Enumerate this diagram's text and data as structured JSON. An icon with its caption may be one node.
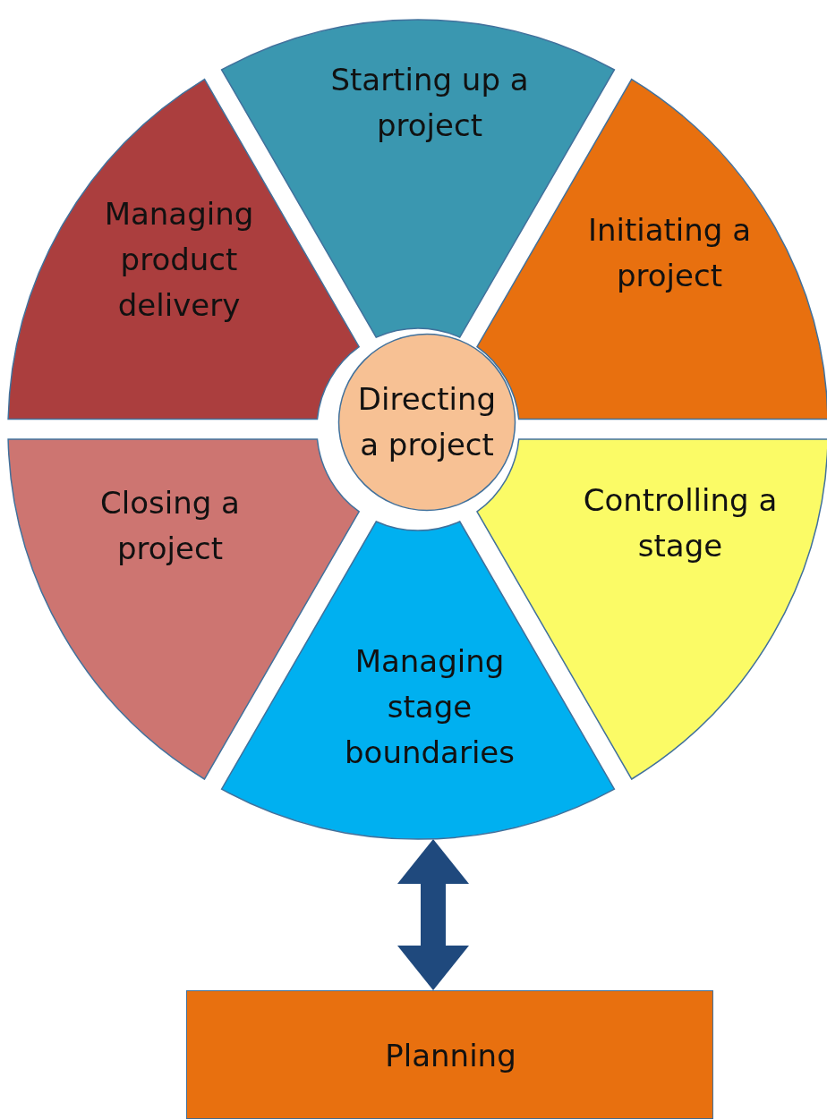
{
  "diagram": {
    "nodes": [
      {
        "text": [
          "Starting up a project"
        ]
      },
      {
        "text": [
          "Managing product delivery"
        ]
      },
      {
        "text": [
          "Initiating a project"
        ]
      },
      {
        "text": [
          "Directing a project"
        ]
      },
      {
        "text": [
          "Closing a project"
        ]
      },
      {
        "text": [
          "Controlling a stage"
        ]
      },
      {
        "text": [
          "Managing stage boundaries"
        ]
      },
      {
        "text": [
          "Planning"
        ]
      }
    ],
    "edges": [
      {
        "from": 6,
        "to": 7,
        "arrow": "both"
      }
    ]
  }
}
